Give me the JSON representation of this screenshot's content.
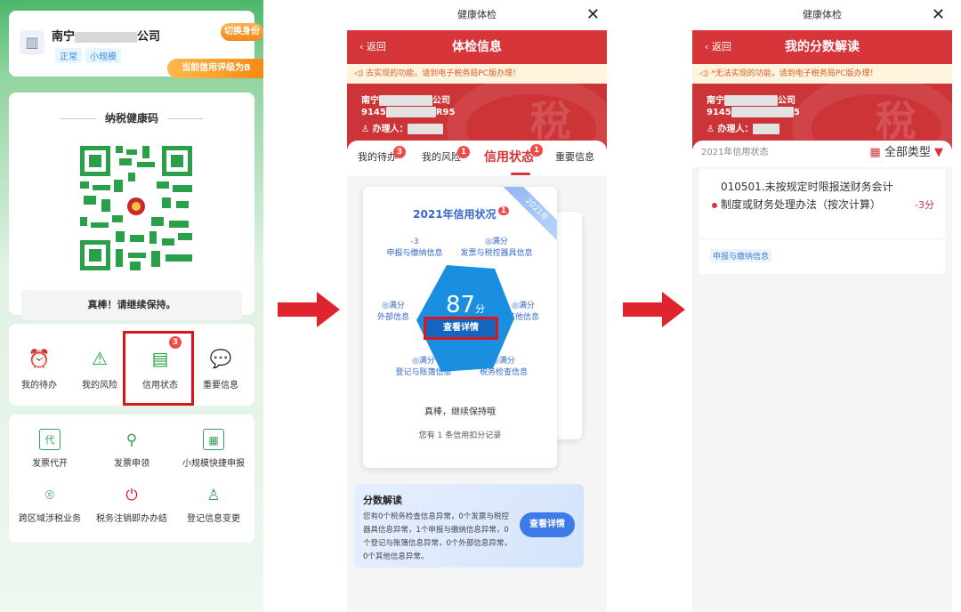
{
  "panel1": {
    "company_prefix": "南宁",
    "company_suffix": "公司",
    "tags": [
      "正常",
      "小规模"
    ],
    "switch_label": "切换身份",
    "credit_level_label": "当前信用评级为B",
    "health_code_title": "纳税健康码",
    "keep_text": "真棒！请继续保持。",
    "functions": [
      {
        "label": "我的待办"
      },
      {
        "label": "我的风险"
      },
      {
        "label": "信用状态",
        "badge": "3"
      },
      {
        "label": "重要信息"
      }
    ],
    "services": [
      {
        "label": "发票代开",
        "icon_text": "代"
      },
      {
        "label": "发票申领"
      },
      {
        "label": "小规模快捷申报"
      },
      {
        "label": "跨区域涉税业务"
      },
      {
        "label": "税务注销即办办结"
      },
      {
        "label": "登记信息变更"
      }
    ]
  },
  "panel2": {
    "window_title": "健康体检",
    "close_label": "✕",
    "back_label": "‹ 返回",
    "header_title": "体检信息",
    "notice": "◁) 去实现的功能，请到电子税务局PC版办理！",
    "company_line1_prefix": "南宁",
    "company_line1_suffix": "公司",
    "company_line2_prefix": "9145",
    "company_line2_suffix": "R95",
    "agent_label": "办理人：",
    "tabs": [
      {
        "label": "我的待办",
        "badge": "3"
      },
      {
        "label": "我的风险",
        "badge": "1"
      },
      {
        "label": "信用状态",
        "badge": "1",
        "active": true
      },
      {
        "label": "重要信息"
      }
    ],
    "card": {
      "ribbon": "2021年",
      "title": "2021年信用状况",
      "title_badge": "1",
      "dims": [
        {
          "value": "-3",
          "label": "申报与缴纳信息"
        },
        {
          "value": "◎满分",
          "label": "发票与税控器具信息"
        },
        {
          "value": "◎满分",
          "label": "外部信息"
        },
        {
          "value": "◎满分",
          "label": "其他信息"
        },
        {
          "value": "◎满分",
          "label": "登记与账簿信息"
        },
        {
          "value": "◎满分",
          "label": "税务检查信息"
        }
      ],
      "score": "87",
      "score_unit": "分",
      "detail_button": "查看详情",
      "good_text": "真棒，继续保持哦",
      "record_prefix": "您有",
      "record_count": "1",
      "record_suffix": "条信用扣分记录"
    },
    "interp": {
      "title": "分数解读",
      "body": "您有0个税务检查信息异常，0个发票与税控器具信息异常，1个申报与缴纳信息异常，0个登记与账簿信息异常，0个外部信息异常，0个其他信息异常。",
      "button": "查看详情"
    }
  },
  "panel3": {
    "window_title": "健康体检",
    "close_label": "✕",
    "back_label": "‹ 返回",
    "header_title": "我的分数解读",
    "notice": "◁) *无法实现的功能，请到电子税务局PC版办理！",
    "company_line1_prefix": "南宁",
    "company_line1_suffix": "公司",
    "company_line2_prefix": "9145",
    "company_line2_suffix": "5",
    "agent_label": "办理人：",
    "year_label": "2021年信用状态",
    "type_filter": "全部类型",
    "deduction": {
      "text": "010501.未按规定时限报送财务会计制度或财务处理办法（按次计算）",
      "points": "-3分",
      "category": "申报与缴纳信息"
    }
  },
  "colors": {
    "brand_red": "#d6353a",
    "highlight_red": "#d9161c",
    "green": "#2aa04a",
    "blue": "#3568c9"
  }
}
